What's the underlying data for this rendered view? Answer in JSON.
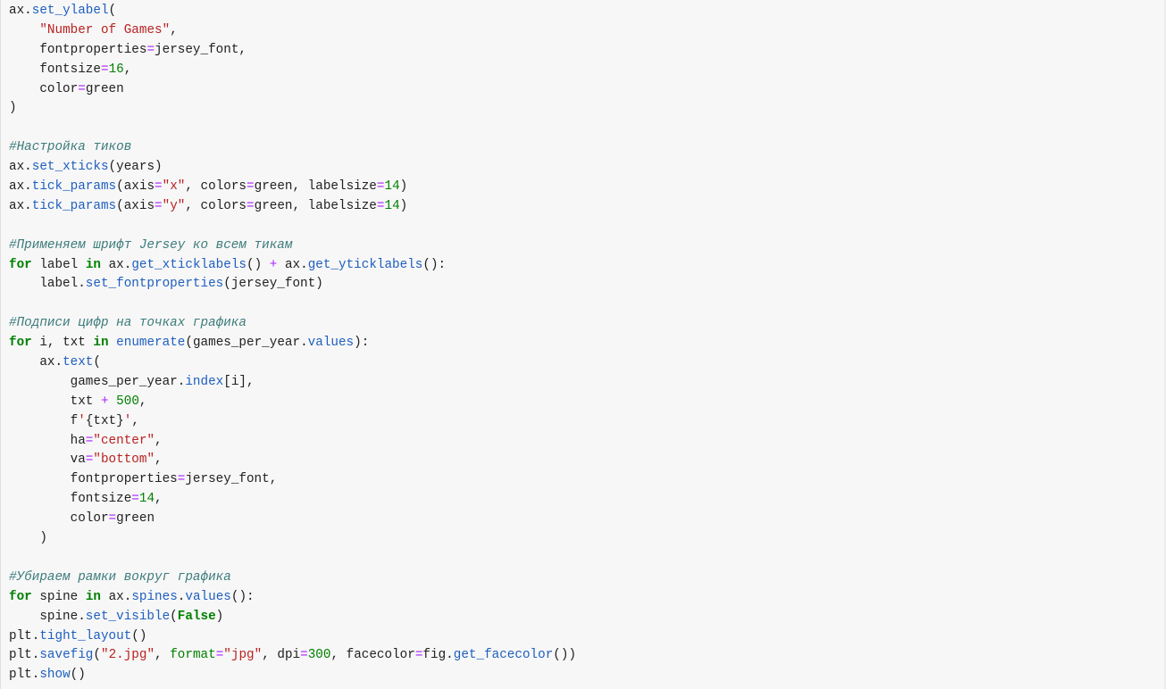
{
  "lines": [
    [
      [
        "t",
        "ax."
      ],
      [
        "f",
        "set_ylabel"
      ],
      [
        "t",
        "("
      ]
    ],
    [
      [
        "t",
        "    "
      ],
      [
        "s",
        "\"Number of Games\""
      ],
      [
        "t",
        ","
      ]
    ],
    [
      [
        "t",
        "    fontproperties"
      ],
      [
        "o",
        "="
      ],
      [
        "t",
        "jersey_font,"
      ]
    ],
    [
      [
        "t",
        "    fontsize"
      ],
      [
        "o",
        "="
      ],
      [
        "n",
        "16"
      ],
      [
        "t",
        ","
      ]
    ],
    [
      [
        "t",
        "    color"
      ],
      [
        "o",
        "="
      ],
      [
        "t",
        "green"
      ]
    ],
    [
      [
        "t",
        ")"
      ]
    ],
    [],
    [
      [
        "c",
        "#Настройка тиков"
      ]
    ],
    [
      [
        "t",
        "ax."
      ],
      [
        "f",
        "set_xticks"
      ],
      [
        "t",
        "(years)"
      ]
    ],
    [
      [
        "t",
        "ax."
      ],
      [
        "f",
        "tick_params"
      ],
      [
        "t",
        "(axis"
      ],
      [
        "o",
        "="
      ],
      [
        "s",
        "\"x\""
      ],
      [
        "t",
        ", colors"
      ],
      [
        "o",
        "="
      ],
      [
        "t",
        "green, labelsize"
      ],
      [
        "o",
        "="
      ],
      [
        "n",
        "14"
      ],
      [
        "t",
        ")"
      ]
    ],
    [
      [
        "t",
        "ax."
      ],
      [
        "f",
        "tick_params"
      ],
      [
        "t",
        "(axis"
      ],
      [
        "o",
        "="
      ],
      [
        "s",
        "\"y\""
      ],
      [
        "t",
        ", colors"
      ],
      [
        "o",
        "="
      ],
      [
        "t",
        "green, labelsize"
      ],
      [
        "o",
        "="
      ],
      [
        "n",
        "14"
      ],
      [
        "t",
        ")"
      ]
    ],
    [],
    [
      [
        "c",
        "#Применяем шрифт Jersey ко всем тикам"
      ]
    ],
    [
      [
        "k",
        "for"
      ],
      [
        "t",
        " label "
      ],
      [
        "k",
        "in"
      ],
      [
        "t",
        " ax."
      ],
      [
        "f",
        "get_xticklabels"
      ],
      [
        "t",
        "() "
      ],
      [
        "o",
        "+"
      ],
      [
        "t",
        " ax."
      ],
      [
        "f",
        "get_yticklabels"
      ],
      [
        "t",
        "():"
      ]
    ],
    [
      [
        "t",
        "    label."
      ],
      [
        "f",
        "set_fontproperties"
      ],
      [
        "t",
        "(jersey_font)"
      ]
    ],
    [],
    [
      [
        "c",
        "#Подписи цифр на точках графика"
      ]
    ],
    [
      [
        "k",
        "for"
      ],
      [
        "t",
        " i, txt "
      ],
      [
        "k",
        "in"
      ],
      [
        "t",
        " "
      ],
      [
        "f",
        "enumerate"
      ],
      [
        "t",
        "(games_per_year."
      ],
      [
        "f",
        "values"
      ],
      [
        "t",
        "):"
      ]
    ],
    [
      [
        "t",
        "    ax."
      ],
      [
        "f",
        "text"
      ],
      [
        "t",
        "("
      ]
    ],
    [
      [
        "t",
        "        games_per_year."
      ],
      [
        "f",
        "index"
      ],
      [
        "t",
        "[i],"
      ]
    ],
    [
      [
        "t",
        "        txt "
      ],
      [
        "o",
        "+"
      ],
      [
        "t",
        " "
      ],
      [
        "n",
        "500"
      ],
      [
        "t",
        ","
      ]
    ],
    [
      [
        "t",
        "        f"
      ],
      [
        "s",
        "'"
      ],
      [
        "t",
        "{txt}"
      ],
      [
        "s",
        "'"
      ],
      [
        "t",
        ","
      ]
    ],
    [
      [
        "t",
        "        ha"
      ],
      [
        "o",
        "="
      ],
      [
        "s",
        "\"center\""
      ],
      [
        "t",
        ","
      ]
    ],
    [
      [
        "t",
        "        va"
      ],
      [
        "o",
        "="
      ],
      [
        "s",
        "\"bottom\""
      ],
      [
        "t",
        ","
      ]
    ],
    [
      [
        "t",
        "        fontproperties"
      ],
      [
        "o",
        "="
      ],
      [
        "t",
        "jersey_font,"
      ]
    ],
    [
      [
        "t",
        "        fontsize"
      ],
      [
        "o",
        "="
      ],
      [
        "n",
        "14"
      ],
      [
        "t",
        ","
      ]
    ],
    [
      [
        "t",
        "        color"
      ],
      [
        "o",
        "="
      ],
      [
        "t",
        "green"
      ]
    ],
    [
      [
        "t",
        "    )"
      ]
    ],
    [],
    [
      [
        "c",
        "#Убираем рамки вокруг графика"
      ]
    ],
    [
      [
        "k",
        "for"
      ],
      [
        "t",
        " spine "
      ],
      [
        "k",
        "in"
      ],
      [
        "t",
        " ax."
      ],
      [
        "f",
        "spines"
      ],
      [
        "t",
        "."
      ],
      [
        "f",
        "values"
      ],
      [
        "t",
        "():"
      ]
    ],
    [
      [
        "t",
        "    spine."
      ],
      [
        "f",
        "set_visible"
      ],
      [
        "t",
        "("
      ],
      [
        "k",
        "False"
      ],
      [
        "t",
        ")"
      ]
    ],
    [
      [
        "t",
        "plt."
      ],
      [
        "f",
        "tight_layout"
      ],
      [
        "t",
        "()"
      ]
    ],
    [
      [
        "t",
        "plt."
      ],
      [
        "f",
        "savefig"
      ],
      [
        "t",
        "("
      ],
      [
        "s",
        "\"2.jpg\""
      ],
      [
        "t",
        ", "
      ],
      [
        "n",
        "format"
      ],
      [
        "o",
        "="
      ],
      [
        "s",
        "\"jpg\""
      ],
      [
        "t",
        ", dpi"
      ],
      [
        "o",
        "="
      ],
      [
        "n",
        "300"
      ],
      [
        "t",
        ", facecolor"
      ],
      [
        "o",
        "="
      ],
      [
        "t",
        "fig."
      ],
      [
        "f",
        "get_facecolor"
      ],
      [
        "t",
        "())"
      ]
    ],
    [
      [
        "t",
        "plt."
      ],
      [
        "f",
        "show"
      ],
      [
        "t",
        "()"
      ]
    ]
  ]
}
